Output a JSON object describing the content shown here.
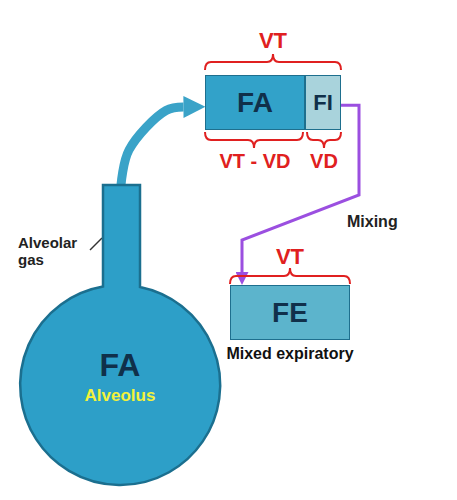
{
  "diagram": {
    "nodes": [
      {
        "text": [
          "FA",
          "Alveolus"
        ]
      },
      {
        "text": [
          "FA"
        ]
      },
      {
        "text": [
          "FI"
        ]
      },
      {
        "text": [
          "FE",
          "Mixed expiratory"
        ]
      }
    ],
    "edges": [
      {
        "from": 0,
        "to": 1,
        "arrow": "to"
      },
      {
        "from": 2,
        "to": 3,
        "label": "Mixing",
        "arrow": "to"
      }
    ],
    "labels": [
      "VT",
      "VT - VD",
      "VD",
      "VT",
      "Alveolar gas"
    ]
  }
}
